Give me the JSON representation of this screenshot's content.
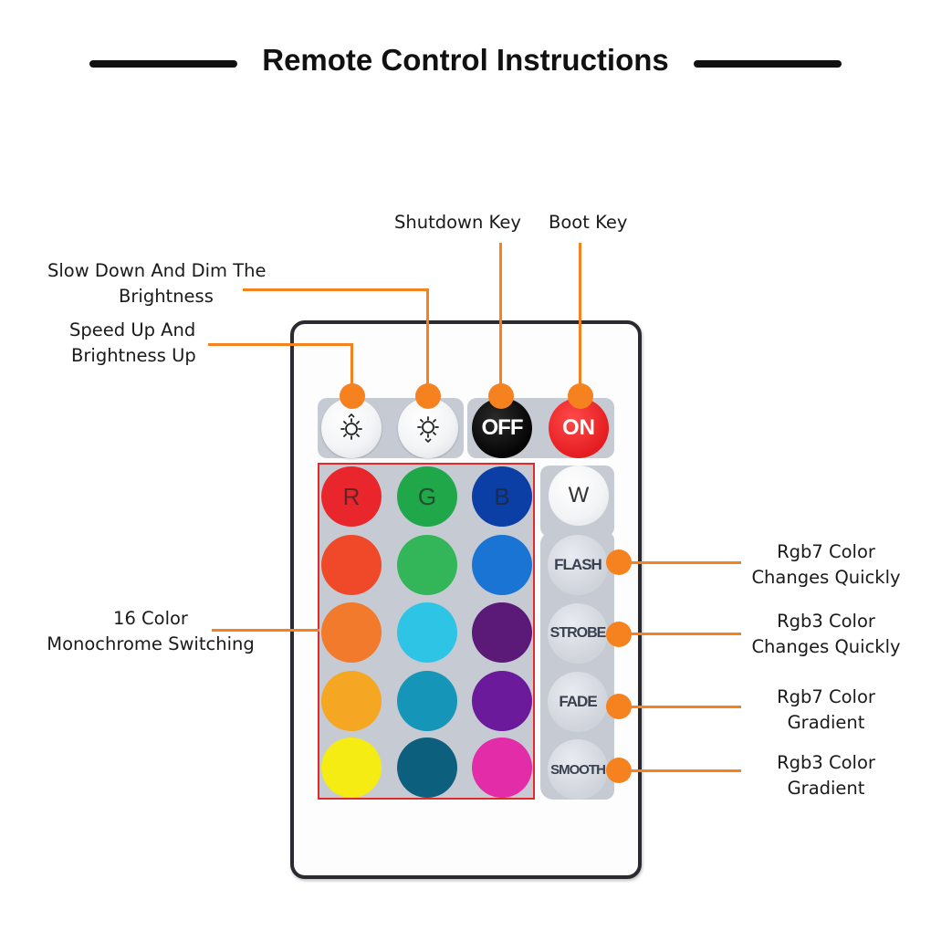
{
  "title": "Remote Control Instructions",
  "labels": {
    "shutdown_key": "Shutdown Key",
    "boot_key": "Boot Key",
    "slow_down_line1": "Slow Down And Dim The",
    "slow_down_line2": "Brightness",
    "speed_up_line1": "Speed Up And",
    "speed_up_line2": "Brightness Up",
    "color16_line1": "16 Color",
    "color16_line2": "Monochrome Switching",
    "flash_line1": "Rgb7 Color",
    "flash_line2": "Changes Quickly",
    "strobe_line1": "Rgb3 Color",
    "strobe_line2": "Changes Quickly",
    "fade_line1": "Rgb7 Color",
    "fade_line2": "Gradient",
    "smooth_line1": "Rgb3 Color",
    "smooth_line2": "Gradient"
  },
  "remote": {
    "off": "OFF",
    "on": "ON",
    "w": "W",
    "r": "R",
    "g": "G",
    "b": "B",
    "flash": "FLASH",
    "strobe": "STROBE",
    "fade": "FADE",
    "smooth": "SMOOTH"
  },
  "colors": {
    "accent": "#f5821f",
    "box": "#e12a2a",
    "grid": [
      "#e8262c",
      "#1fa74a",
      "#0c3fa6",
      "#f0492a",
      "#33b55a",
      "#1a74d4",
      "#f27a2c",
      "#2ec4e6",
      "#5b1a78",
      "#f5a623",
      "#1596b8",
      "#6a1a9a",
      "#f4ec12",
      "#0d5f7e",
      "#e22ca8"
    ]
  }
}
